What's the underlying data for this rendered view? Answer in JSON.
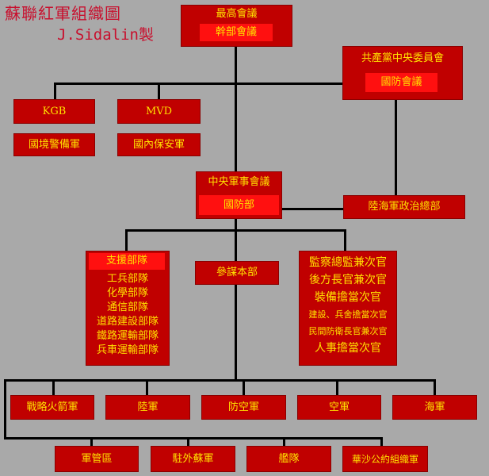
{
  "header": {
    "title": "蘇聯紅軍組織圖",
    "author": "J.Sidalin製"
  },
  "nodes": {
    "supreme_council": "最高會議",
    "cadre_council": "幹部會議",
    "central_committee": "共產黨中央委員會",
    "defense_council": "國防會議",
    "kgb": "KGB",
    "mvd": "MVD",
    "border_guard": "國境警備軍",
    "internal_troops": "國內保安軍",
    "central_military_council": "中央軍事會議",
    "defense_ministry": "國防部",
    "political_directorate": "陸海軍政治總部",
    "support_units": "支援部隊",
    "support_list": [
      "工兵部隊",
      "化學部隊",
      "通信部隊",
      "道路建設部隊",
      "鐵路運輸部隊",
      "兵車運輸部隊"
    ],
    "general_staff": "參謀本部",
    "deputy_list": [
      "監察總監兼次官",
      "後方長官兼次官",
      "裝備擔當次官",
      "建設、兵舍擔當次官",
      "民間防衛長官兼次官",
      "人事擔當次官"
    ],
    "services": [
      "戰略火箭軍",
      "陸軍",
      "防空軍",
      "空軍",
      "海軍"
    ],
    "bottom": [
      "軍管區",
      "駐外蘇軍",
      "艦隊",
      "華沙公約組織軍"
    ]
  }
}
